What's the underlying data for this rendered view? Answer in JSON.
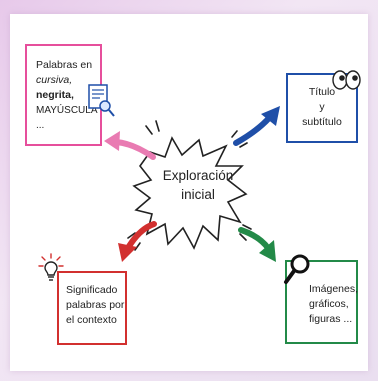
{
  "center": {
    "line1": "Exploración",
    "line2": "inicial"
  },
  "boxes": {
    "top_left": {
      "line1": "Palabras en",
      "line2": "cursiva,",
      "line3": "negrita,",
      "line4": "MAYÚSCULA ...",
      "color": "#e64f9c"
    },
    "top_right": {
      "line1": "Título",
      "line2": "y",
      "line3": "subtítulo",
      "color": "#1f4fa8"
    },
    "bottom_left": {
      "line1": "Significado",
      "line2": "palabras por",
      "line3": "el contexto",
      "color": "#d2302f"
    },
    "bottom_right": {
      "line1": "Imágenes,",
      "line2": "gráficos,",
      "line3": "figuras ...",
      "color": "#238a48"
    }
  },
  "arrows": {
    "pink": "#e97bb2",
    "blue": "#1f4fa8",
    "red": "#d2302f",
    "green": "#238a48"
  },
  "icons": [
    "document-search-icon",
    "eyes-icon",
    "lightbulb-icon",
    "magnifier-icon"
  ]
}
